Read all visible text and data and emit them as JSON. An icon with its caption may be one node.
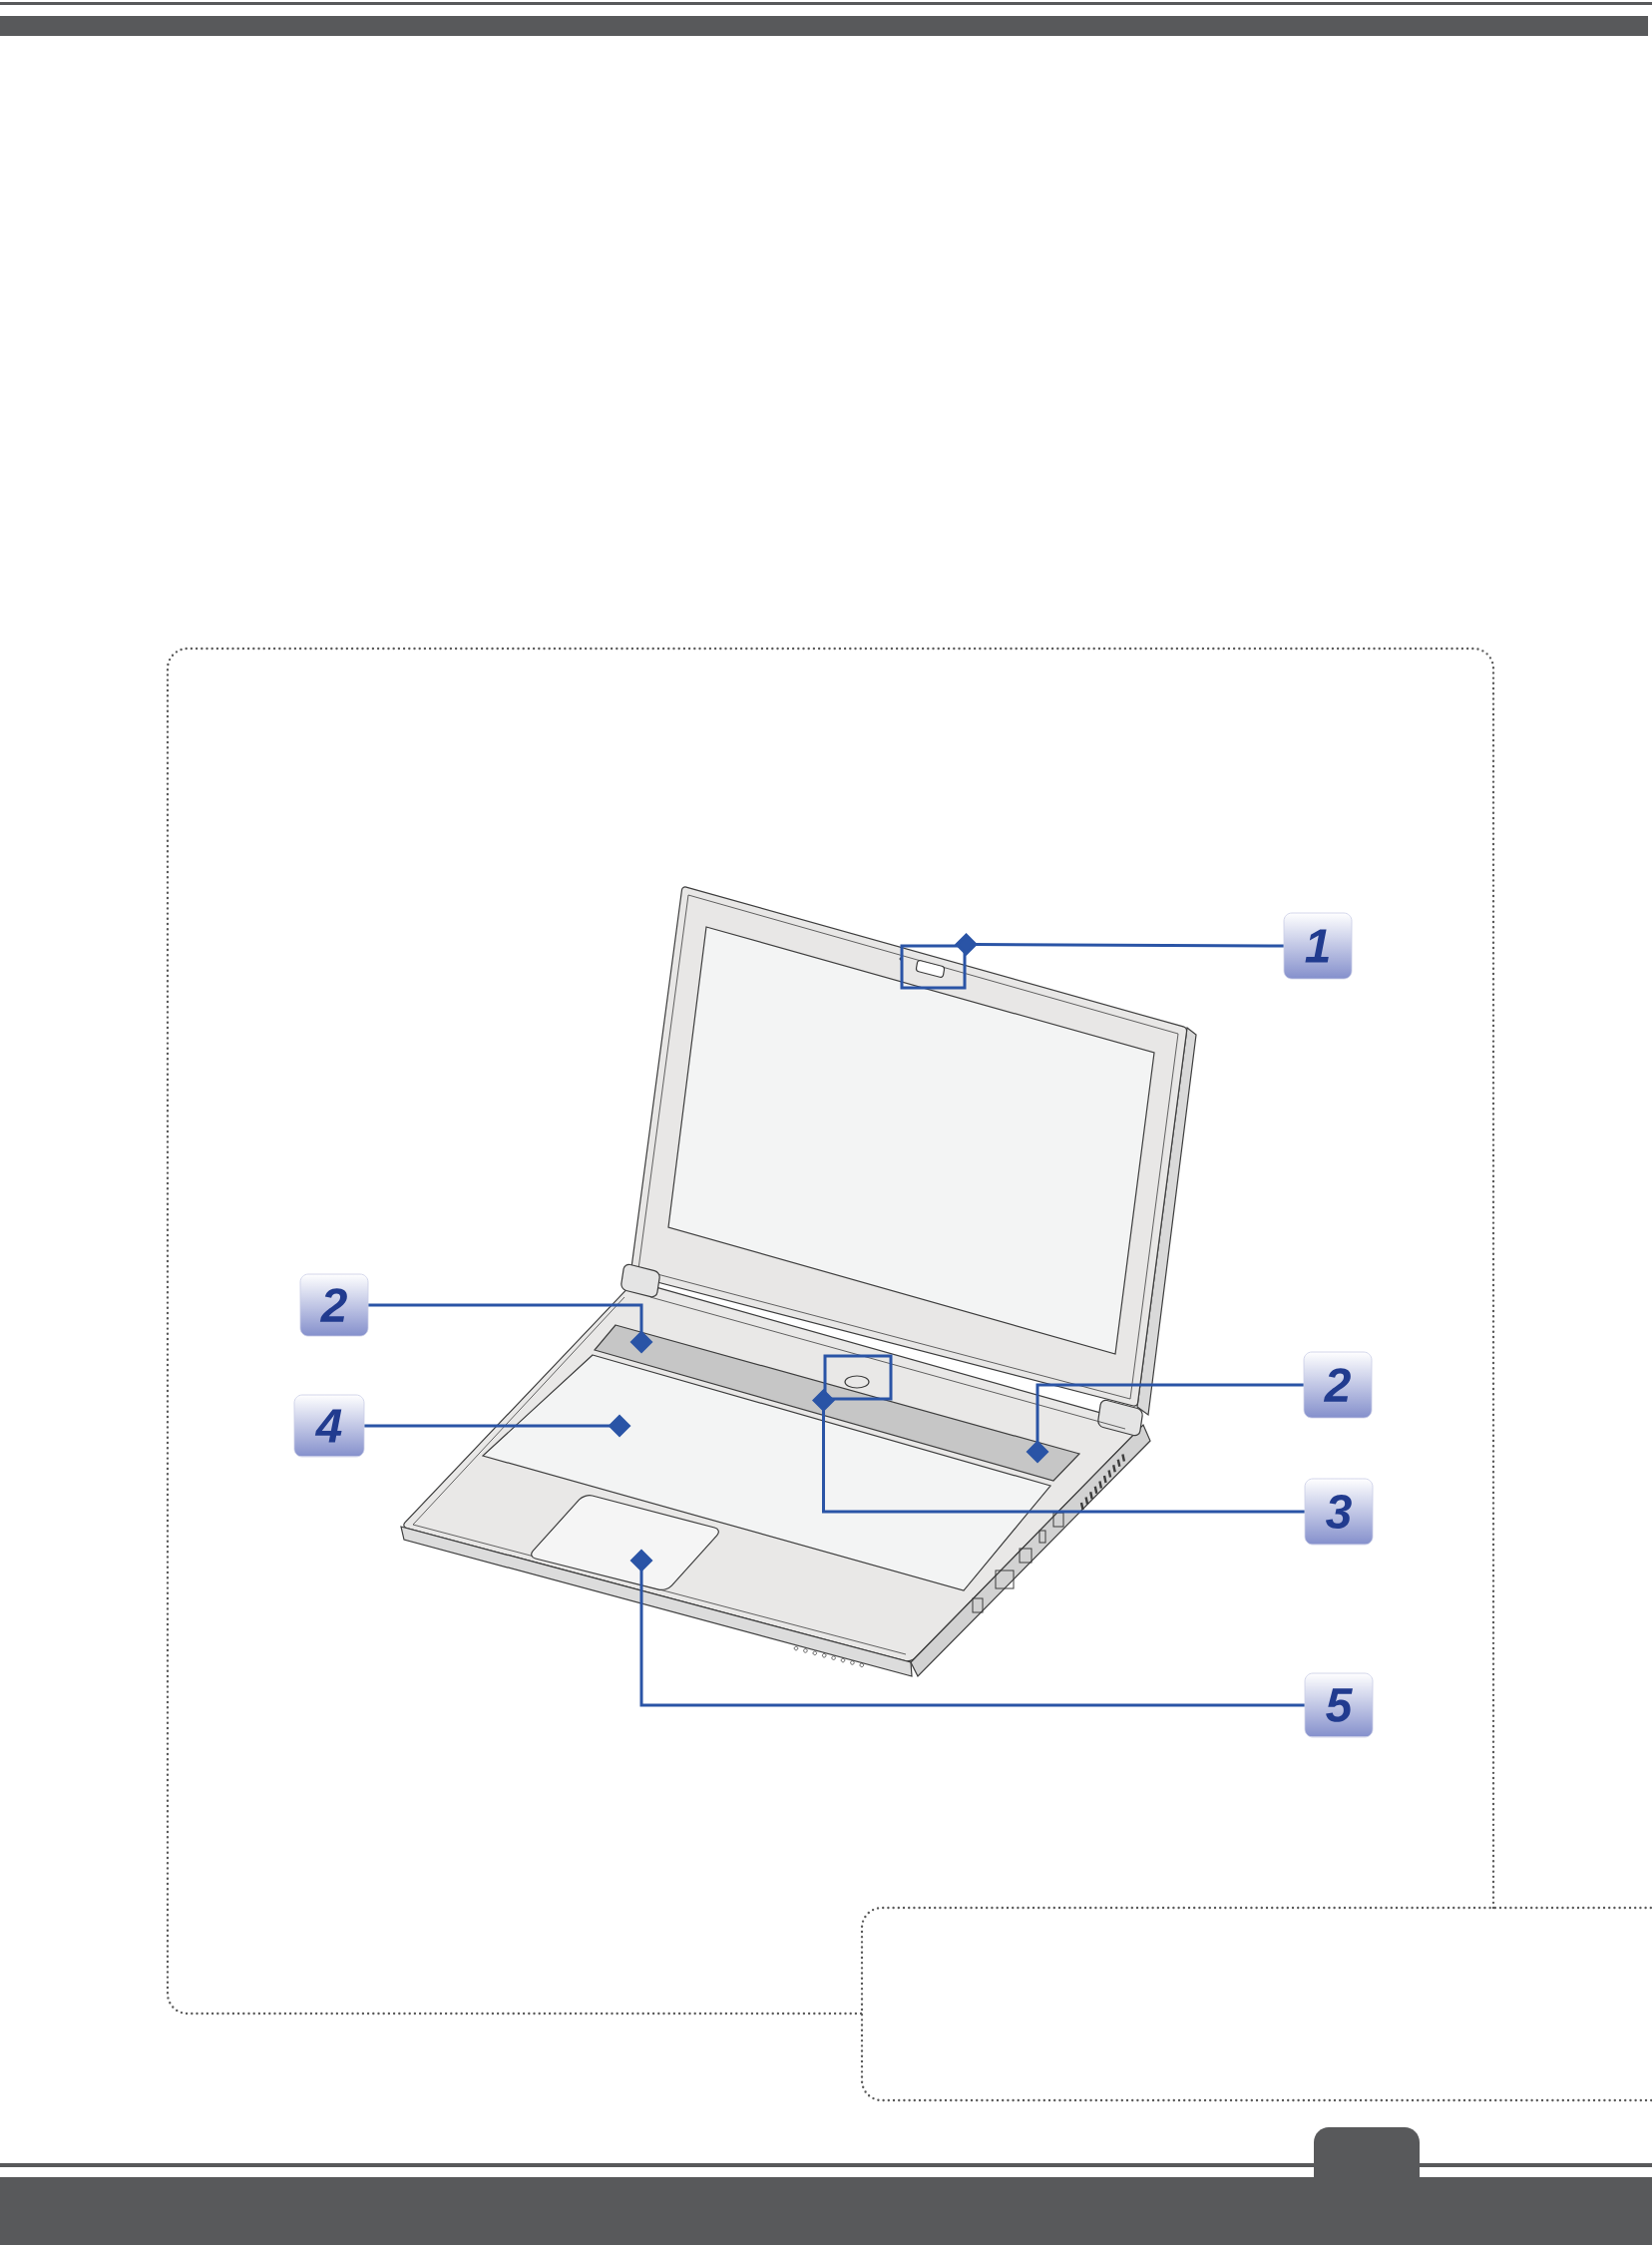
{
  "diagram": {
    "nodes": [
      {
        "text": [
          "1"
        ]
      },
      {
        "text": [
          "2"
        ]
      },
      {
        "text": [
          "2"
        ]
      },
      {
        "text": [
          "4"
        ]
      },
      {
        "text": [
          "3"
        ]
      },
      {
        "text": [
          "5"
        ]
      },
      {
        "text": [],
        "shape": "box"
      },
      {
        "text": [],
        "shape": "box"
      }
    ],
    "edges": [
      {
        "from": 0,
        "to": 6,
        "arrow": "other"
      },
      {
        "from": 1,
        "to": null,
        "arrow": "other"
      },
      {
        "from": 2,
        "to": null,
        "arrow": "other"
      },
      {
        "from": 3,
        "to": null,
        "arrow": "other"
      },
      {
        "from": 4,
        "to": 7,
        "arrow": "other"
      },
      {
        "from": 5,
        "to": null,
        "arrow": "other"
      }
    ]
  }
}
